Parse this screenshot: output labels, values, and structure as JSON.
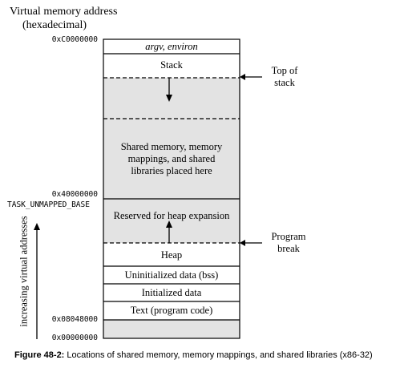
{
  "header": {
    "line1": "Virtual memory address",
    "line2": "(hexadecimal)"
  },
  "addresses": {
    "top": "0xC0000000",
    "mid": "0x40000000",
    "mid_symbol": "TASK_UNMAPPED_BASE",
    "text_start": "0x08048000",
    "bottom": "0x00000000"
  },
  "blocks": {
    "argv": "argv, environ",
    "stack": "Stack",
    "shared_line1": "Shared memory, memory",
    "shared_line2": "mappings, and shared",
    "shared_line3": "libraries placed here",
    "reserved": "Reserved for heap expansion",
    "heap": "Heap",
    "bss": "Uninitialized data (bss)",
    "initialized": "Initialized data",
    "text": "Text (program code)"
  },
  "annotations": {
    "top_of_stack_line1": "Top of",
    "top_of_stack_line2": "stack",
    "program_break_line1": "Program",
    "program_break_line2": "break",
    "increasing": "increasing virtual addresses"
  },
  "caption": {
    "label": "Figure 48-2:",
    "text": " Locations of shared memory, memory mappings, and shared libraries (x86-32)"
  },
  "colors": {
    "gray_region": "#e3e3e3",
    "line": "#000000"
  }
}
